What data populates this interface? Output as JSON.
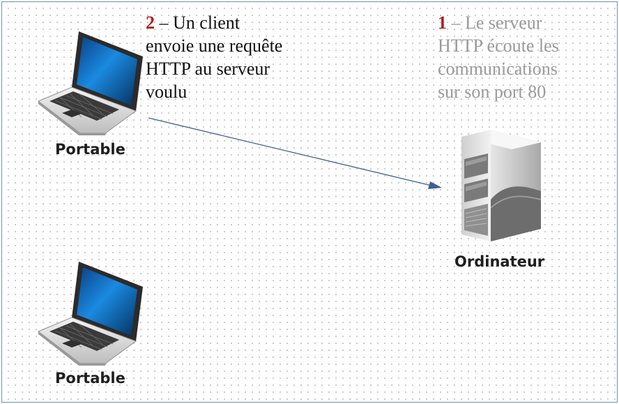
{
  "nodes": {
    "laptop_top": {
      "label": "Portable",
      "icon": "laptop-icon"
    },
    "laptop_bottom": {
      "label": "Portable",
      "icon": "laptop-icon"
    },
    "server": {
      "label": "Ordinateur",
      "icon": "server-tower-icon"
    }
  },
  "notes": {
    "client": {
      "number": "2",
      "line1": " – Un client",
      "line2": "envoie une requête",
      "line3": "HTTP au serveur",
      "line4": "voulu"
    },
    "server": {
      "number": "1",
      "line1": " – Le serveur",
      "line2": "HTTP écoute les",
      "line3": "communications",
      "line4": "sur son port 80"
    }
  },
  "colors": {
    "border": "#6f8fb5",
    "arrow": "#3f5f93",
    "step_number": "#b3201f",
    "server_note_text": "#9a9a9a",
    "screen_blue": "#1a7fd0"
  }
}
